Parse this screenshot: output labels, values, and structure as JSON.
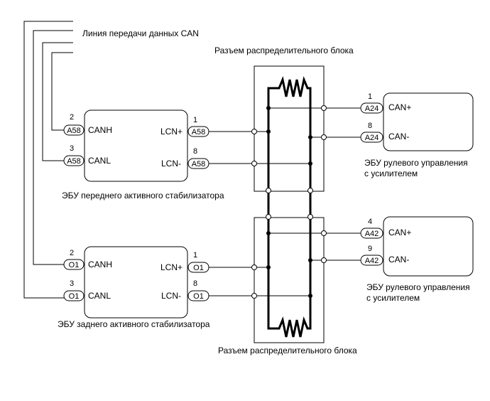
{
  "labels": {
    "can_line": "Линия передачи данных CAN",
    "jb_top": "Разъем распределительного блока",
    "jb_bottom": "Разъем распределительного блока",
    "front_ecu": "ЭБУ переднего активного стабилизатора",
    "rear_ecu": "ЭБУ заднего активного стабилизатора",
    "eps_top_line1": "ЭБУ рулевого управления",
    "eps_top_line2": "с усилителем",
    "eps_bottom_line1": "ЭБУ рулевого управления",
    "eps_bottom_line2": "с усилителем"
  },
  "front_ecu": {
    "left_pins": [
      {
        "num": "2",
        "connector": "A58",
        "signal": "CANH"
      },
      {
        "num": "3",
        "connector": "A58",
        "signal": "CANL"
      }
    ],
    "right_pins": [
      {
        "num": "1",
        "connector": "A58",
        "signal": "LCN+"
      },
      {
        "num": "8",
        "connector": "A58",
        "signal": "LCN-"
      }
    ]
  },
  "rear_ecu": {
    "left_pins": [
      {
        "num": "2",
        "connector": "O1",
        "signal": "CANH"
      },
      {
        "num": "3",
        "connector": "O1",
        "signal": "CANL"
      }
    ],
    "right_pins": [
      {
        "num": "1",
        "connector": "O1",
        "signal": "LCN+"
      },
      {
        "num": "8",
        "connector": "O1",
        "signal": "LCN-"
      }
    ]
  },
  "eps_top": {
    "pins": [
      {
        "num": "1",
        "connector": "A24",
        "signal": "CAN+"
      },
      {
        "num": "8",
        "connector": "A24",
        "signal": "CAN-"
      }
    ]
  },
  "eps_bottom": {
    "pins": [
      {
        "num": "4",
        "connector": "A42",
        "signal": "CAN+"
      },
      {
        "num": "9",
        "connector": "A42",
        "signal": "CAN-"
      }
    ]
  }
}
